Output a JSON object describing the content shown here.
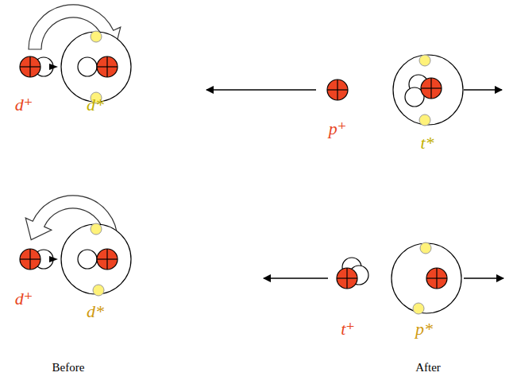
{
  "diagram": {
    "labels": [
      "d⁺",
      "d*",
      "p⁺",
      "t*",
      "d⁺",
      "d*",
      "t⁺",
      "p*",
      "Before",
      "After"
    ]
  }
}
